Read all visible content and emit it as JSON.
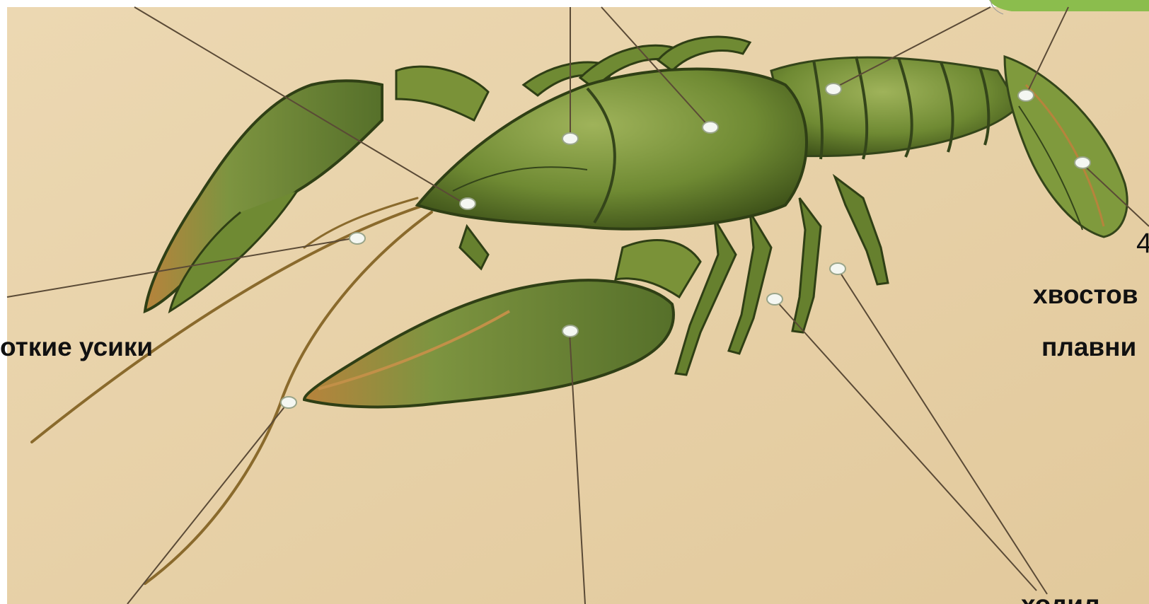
{
  "diagram": {
    "subject": "crayfish-anatomy",
    "colors": {
      "background": "#e8d2a9",
      "body": "#6f8a33",
      "body_dark": "#3e5219",
      "body_light": "#9fb35a",
      "claw_tip": "#b7833c",
      "leader_line": "#5a4a36",
      "marker": "#f4f7f2",
      "accent_tab": "#8bbd4d"
    },
    "labels": {
      "short_antennae": "откие усики",
      "tail_fin_line1": "хвостов",
      "tail_fin_line2": "плавни",
      "walking_legs_partial": "ходил",
      "marker_number_partial": "4"
    }
  }
}
